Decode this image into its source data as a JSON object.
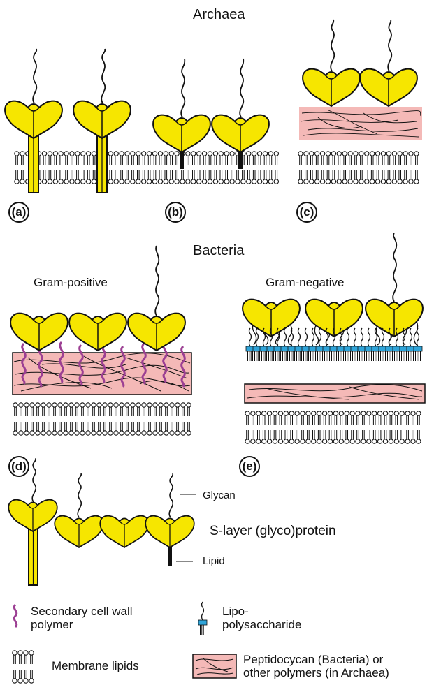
{
  "titles": {
    "archaea": "Archaea",
    "bacteria": "Bacteria"
  },
  "subtitles": {
    "gram_positive": "Gram-positive",
    "gram_negative": "Gram-negative"
  },
  "panels": [
    "(a)",
    "(b)",
    "(c)",
    "(d)",
    "(e)"
  ],
  "callouts": {
    "glycan": "Glycan",
    "protein": "S-layer (glyco)protein",
    "lipid": "Lipid"
  },
  "legend": {
    "secondary_polymer": [
      "Secondary cell wall",
      "polymer"
    ],
    "lipopolysaccharide": [
      "Lipo-",
      "polysaccharide"
    ],
    "membrane_lipids": "Membrane lipids",
    "peptidocycan": [
      "Peptidocycan (Bacteria) or",
      "other polymers (in Archaea)"
    ]
  },
  "colors": {
    "protein_fill": "#f6e600",
    "protein_stroke": "#111111",
    "wall_fill": "#f4b9b7",
    "secondary_polymer": "#9c3f93",
    "lps_head": "#2fa4d9"
  }
}
